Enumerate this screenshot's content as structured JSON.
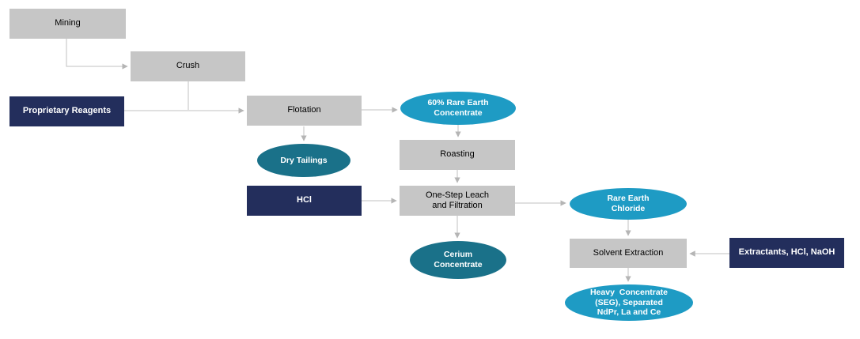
{
  "diagram": {
    "type": "process-flowchart",
    "subject": "Rare earth processing flow",
    "colors": {
      "process_box_gray": "#c6c6c6",
      "input_box_navy": "#232e5c",
      "output_ellipse_light_teal": "#1e9bc4",
      "output_ellipse_dark_teal": "#1a7189",
      "connector_gray": "#c0c0c0",
      "box_text_dark": "#000000",
      "shape_text_light": "#ffffff",
      "background": "#ffffff"
    },
    "nodes": {
      "mining": {
        "label": "Mining",
        "shape": "box",
        "style": "gray"
      },
      "crush": {
        "label": "Crush",
        "shape": "box",
        "style": "gray"
      },
      "proprietary_reagents": {
        "label": "Proprietary Reagents",
        "shape": "box",
        "style": "navy"
      },
      "flotation": {
        "label": "Flotation",
        "shape": "box",
        "style": "gray"
      },
      "rare_earth_concentrate_60": {
        "label": "60% Rare Earth\nConcentrate",
        "shape": "ellipse",
        "style": "teal-light"
      },
      "dry_tailings": {
        "label": "Dry Tailings",
        "shape": "ellipse",
        "style": "teal-dark"
      },
      "roasting": {
        "label": "Roasting",
        "shape": "box",
        "style": "gray"
      },
      "hcl": {
        "label": "HCl",
        "shape": "box",
        "style": "navy"
      },
      "one_step_leach": {
        "label": "One-Step Leach\nand Filtration",
        "shape": "box",
        "style": "gray"
      },
      "rare_earth_chloride": {
        "label": "Rare Earth\nChloride",
        "shape": "ellipse",
        "style": "teal-light"
      },
      "cerium_concentrate": {
        "label": "Cerium\nConcentrate",
        "shape": "ellipse",
        "style": "teal-dark"
      },
      "solvent_extraction": {
        "label": "Solvent Extraction",
        "shape": "box",
        "style": "gray"
      },
      "extractants_hcl_naoh": {
        "label": "Extractants, HCl, NaOH",
        "shape": "box",
        "style": "navy"
      },
      "heavy_concentrate": {
        "label": "Heavy  Concentrate\n(SEG), Separated\nNdPr, La and Ce",
        "shape": "ellipse",
        "style": "teal-light"
      }
    },
    "edges": [
      {
        "from": "mining",
        "to": "crush"
      },
      {
        "from": "crush",
        "to": "flotation"
      },
      {
        "from": "proprietary_reagents",
        "to": "flotation"
      },
      {
        "from": "flotation",
        "to": "rare_earth_concentrate_60"
      },
      {
        "from": "flotation",
        "to": "dry_tailings"
      },
      {
        "from": "rare_earth_concentrate_60",
        "to": "roasting"
      },
      {
        "from": "roasting",
        "to": "one_step_leach"
      },
      {
        "from": "hcl",
        "to": "one_step_leach"
      },
      {
        "from": "one_step_leach",
        "to": "rare_earth_chloride"
      },
      {
        "from": "one_step_leach",
        "to": "cerium_concentrate"
      },
      {
        "from": "rare_earth_chloride",
        "to": "solvent_extraction"
      },
      {
        "from": "extractants_hcl_naoh",
        "to": "solvent_extraction"
      },
      {
        "from": "solvent_extraction",
        "to": "heavy_concentrate"
      }
    ]
  }
}
